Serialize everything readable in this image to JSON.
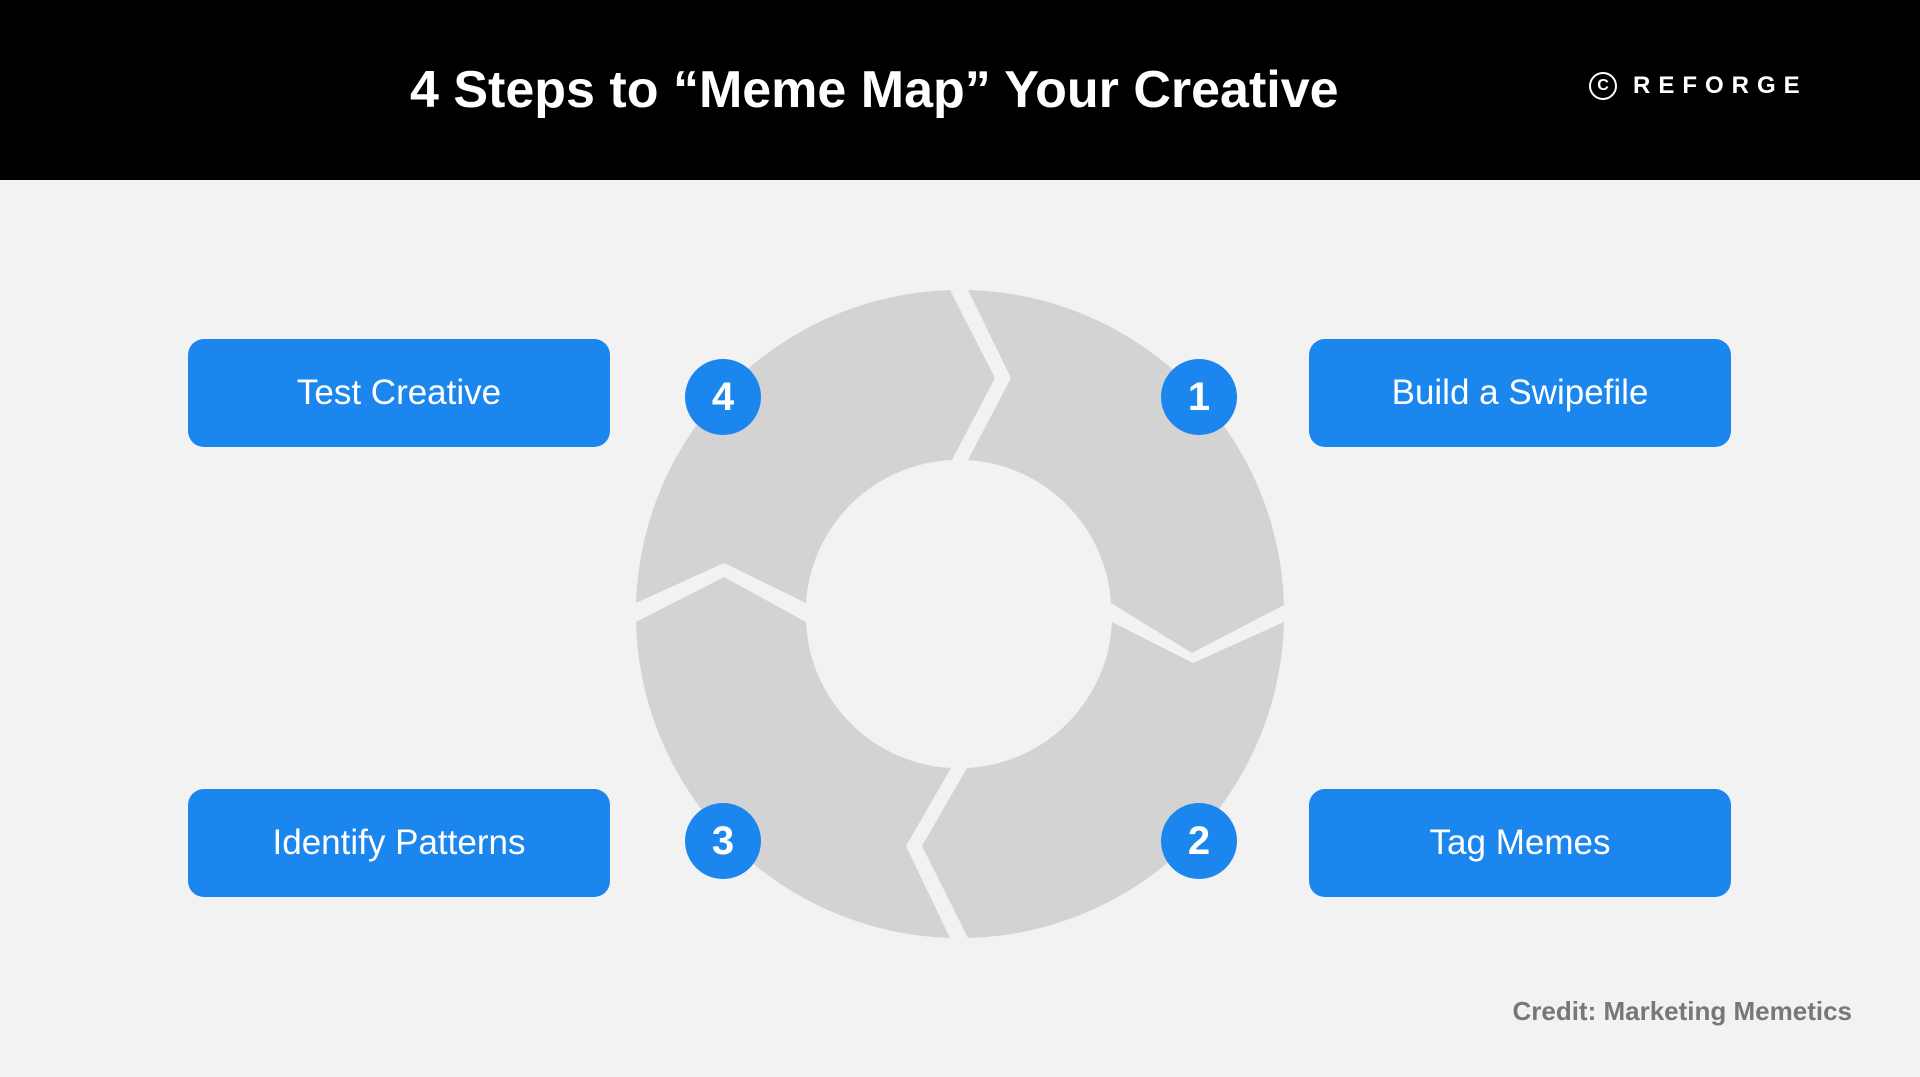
{
  "header": {
    "title": "4 Steps to “Meme Map” Your Creative",
    "brand_icon_glyph": "C",
    "brand_name": "REFORGE"
  },
  "steps": [
    {
      "number": "1",
      "label": "Build a Swipefile"
    },
    {
      "number": "2",
      "label": "Tag Memes"
    },
    {
      "number": "3",
      "label": "Identify Patterns"
    },
    {
      "number": "4",
      "label": "Test Creative"
    }
  ],
  "credit": "Credit: Marketing Memetics",
  "colors": {
    "header_bg": "#000000",
    "page_bg": "#f2f2f2",
    "accent_blue": "#1b86ee",
    "ring_gray": "#d3d3d3",
    "credit_text": "#777777"
  },
  "icons": {
    "brand": "copyright-circle-icon"
  }
}
